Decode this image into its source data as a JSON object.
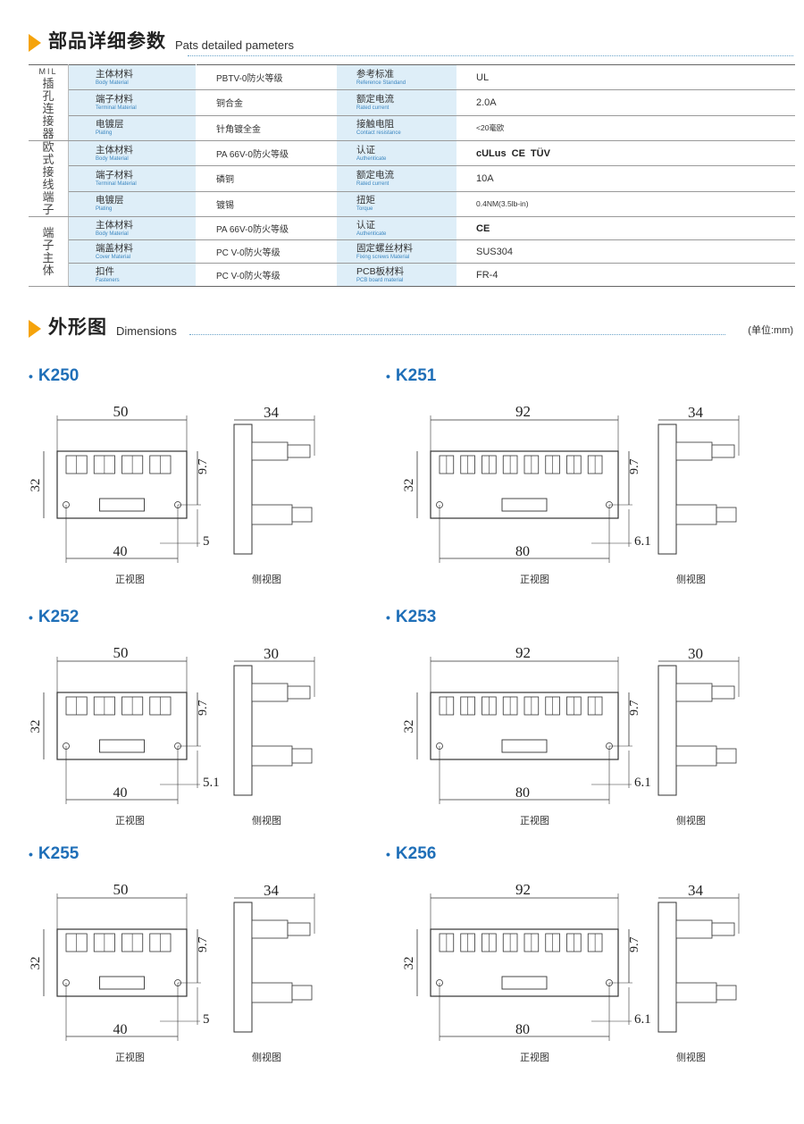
{
  "params_section": {
    "title_cn": "部品详细参数",
    "title_en": "Pats detailed pameters"
  },
  "table": {
    "groups": [
      {
        "name": "MIL 插孔连接器",
        "small": "MIL",
        "chars": [
          "插",
          "孔",
          "连",
          "接",
          "器"
        ],
        "rows": [
          {
            "l1_cn": "主体材料",
            "l1_en": "Body Material",
            "v1": "PBTV-0防火等级",
            "l2_cn": "参考标准",
            "l2_en": "Reference Standand",
            "v2": "UL"
          },
          {
            "l1_cn": "端子材料",
            "l1_en": "Terminal Material",
            "v1": "铜合金",
            "l2_cn": "额定电流",
            "l2_en": "Rated current",
            "v2": "2.0A"
          },
          {
            "l1_cn": "电镀层",
            "l1_en": "Plating",
            "v1": "针角镀全金",
            "l2_cn": "接触电阻",
            "l2_en": "Contact resistance",
            "v2": "<20毫欧"
          }
        ]
      },
      {
        "name": "欧式接线端子",
        "small": "",
        "chars": [
          "欧",
          "式",
          "接",
          "线",
          "端",
          "子"
        ],
        "rows": [
          {
            "l1_cn": "主体材料",
            "l1_en": "Body Material",
            "v1": "PA 66V-0防火等级",
            "l2_cn": "认证",
            "l2_en": "Authenticate",
            "v2": ""
          },
          {
            "l1_cn": "端子材料",
            "l1_en": "Terminal Material",
            "v1": "磷铜",
            "l2_cn": "额定电流",
            "l2_en": "Rated current",
            "v2": "10A"
          },
          {
            "l1_cn": "电镀层",
            "l1_en": "Plating",
            "v1": "镀锡",
            "l2_cn": "扭矩",
            "l2_en": "Torque",
            "v2": "0.4NM(3.5lb-in)"
          }
        ]
      },
      {
        "name": "端子主体",
        "small": "",
        "chars": [
          "端",
          "子",
          "主",
          "体"
        ],
        "rows": [
          {
            "l1_cn": "主体材料",
            "l1_en": "Body Material",
            "v1": "PA 66V-0防火等级",
            "l2_cn": "认证",
            "l2_en": "Authenticate",
            "v2": ""
          },
          {
            "l1_cn": "端盖材料",
            "l1_en": "Cover Material",
            "v1": "PC V-0防火等级",
            "l2_cn": "固定螺丝材料",
            "l2_en": "Fixing screws Material",
            "v2": "SUS304"
          },
          {
            "l1_cn": "扣件",
            "l1_en": "Fasteners",
            "v1": "PC V-0防火等级",
            "l2_cn": "PCB板材料",
            "l2_en": "PCB board material",
            "v2": "FR-4"
          }
        ]
      }
    ]
  },
  "cert_marks": {
    "ul": "cULus",
    "ce": "CE",
    "tuv": "TÜV"
  },
  "dimensions_section": {
    "title_cn": "外形图",
    "title_en": "Dimensions",
    "unit": "(单位:mm)"
  },
  "captions": {
    "front": "正视图",
    "side": "侧视图"
  },
  "models": [
    {
      "name": "K250",
      "width": "50",
      "height": "32",
      "depth": "34",
      "hole": "40",
      "offset": "9.7",
      "edge": "5"
    },
    {
      "name": "K251",
      "width": "92",
      "height": "32",
      "depth": "34",
      "hole": "80",
      "offset": "9.7",
      "edge": "6.1"
    },
    {
      "name": "K252",
      "width": "50",
      "height": "32",
      "depth": "30",
      "hole": "40",
      "offset": "9.7",
      "edge": "5.1"
    },
    {
      "name": "K253",
      "width": "92",
      "height": "32",
      "depth": "30",
      "hole": "80",
      "offset": "9.7",
      "edge": "6.1"
    },
    {
      "name": "K255",
      "width": "50",
      "height": "32",
      "depth": "34",
      "hole": "40",
      "offset": "9.7",
      "edge": "5"
    },
    {
      "name": "K256",
      "width": "92",
      "height": "32",
      "depth": "34",
      "hole": "80",
      "offset": "9.7",
      "edge": "6.1"
    }
  ],
  "colors": {
    "accent": "#f5a30b",
    "model": "#1f6fb8",
    "label_bg": "#deeef8"
  }
}
